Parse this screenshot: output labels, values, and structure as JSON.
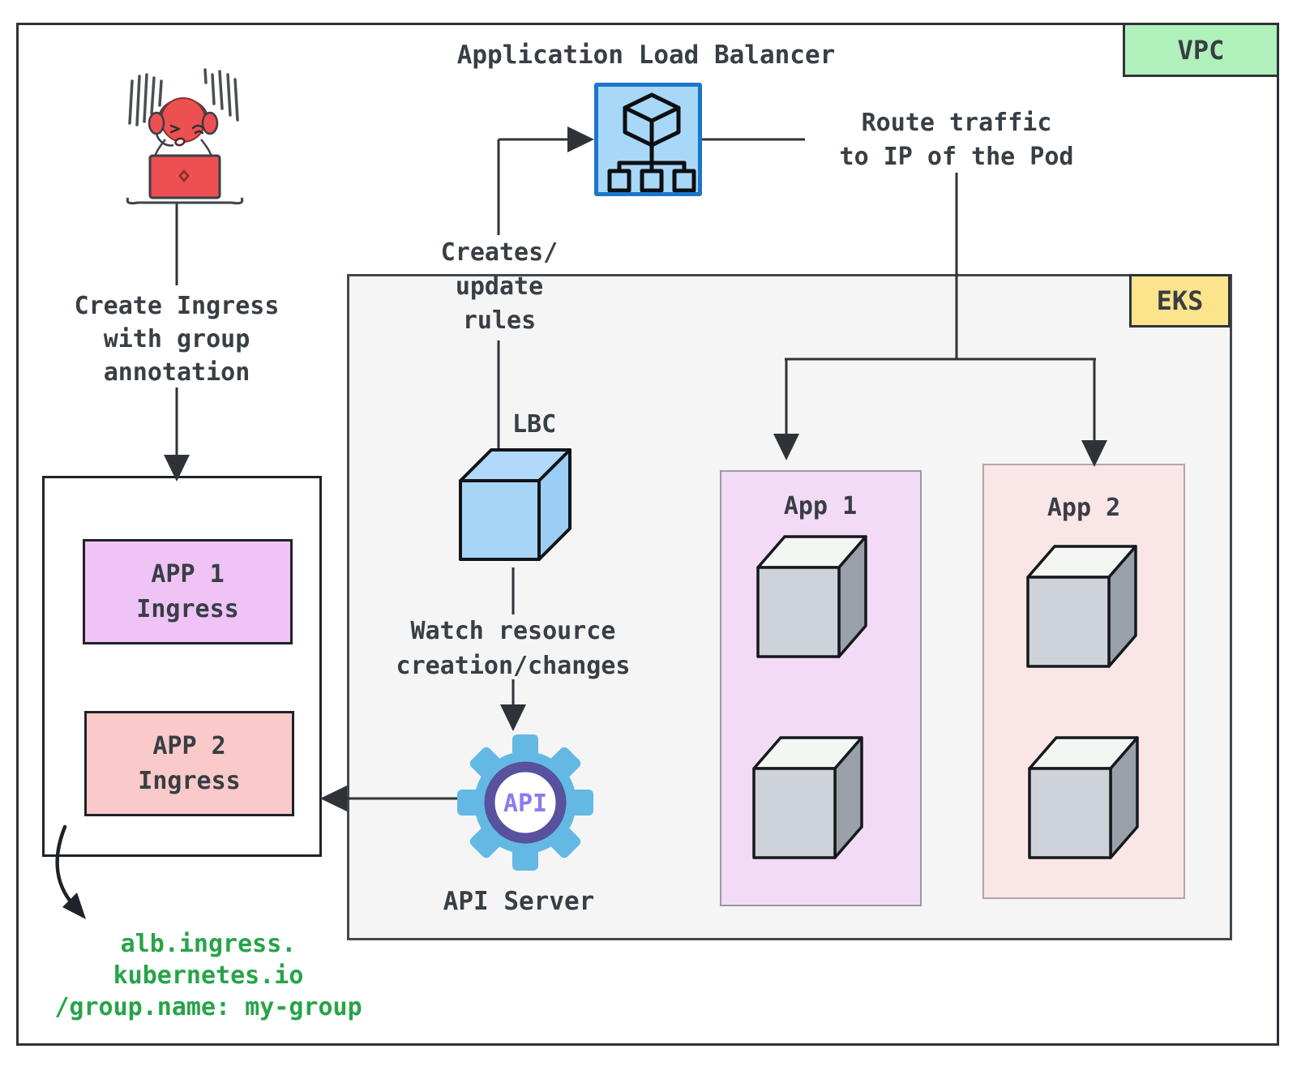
{
  "labels": {
    "vpc": "VPC",
    "eks": "EKS",
    "alb_title": "Application Load Balancer",
    "route_traffic": "Route traffic\nto IP of the Pod",
    "creates_update_rules": "Creates/\nupdate\nrules",
    "lbc": "LBC",
    "watch_resource": "Watch resource\ncreation/changes",
    "api_badge": "API",
    "api_server": "API Server",
    "create_ingress": "Create Ingress\nwith group\nannotation",
    "group_annotation": "alb.ingress.\nkubernetes.io\n/group.name: my-group",
    "app1_ingress": "APP 1\nIngress",
    "app2_ingress": "APP 2\nIngress",
    "app1": "App 1",
    "app2": "App 2"
  },
  "colors": {
    "vpc_fill": "#aff0bb",
    "eks_fill": "#fbe48c",
    "eks_bg": "#f4f5f4",
    "alb_fill": "#a9d7f7",
    "alb_border": "#1b76c9",
    "app1_fill": "#f3daf6",
    "app2_fill": "#fbe6e7",
    "ingress1_fill": "#efc3f6",
    "ingress2_fill": "#fac9c9",
    "lbc_cube_fill": "#a6d5f8",
    "pod_cube_front": "#ced3d9",
    "gear_fill": "#64b9e4",
    "gear_ring": "#57519e",
    "api_text": "#8a7bf0",
    "annotation_green": "#27a449",
    "person_red": "#ec5050",
    "line_color": "#2f3337",
    "text_color": "#383e44"
  }
}
